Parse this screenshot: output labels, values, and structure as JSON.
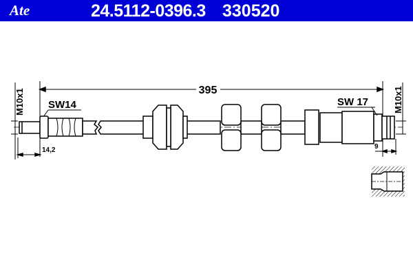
{
  "header": {
    "brand": "Ate",
    "part_number": "24.5112-0396.3",
    "code": "330520",
    "background": "#0000d6"
  },
  "drawing": {
    "length": "395",
    "left_thread": "M10x1",
    "left_wrench": "SW14",
    "left_dim": "14,2",
    "right_thread": "M10x1",
    "right_wrench": "SW 17",
    "right_dim": "9"
  }
}
